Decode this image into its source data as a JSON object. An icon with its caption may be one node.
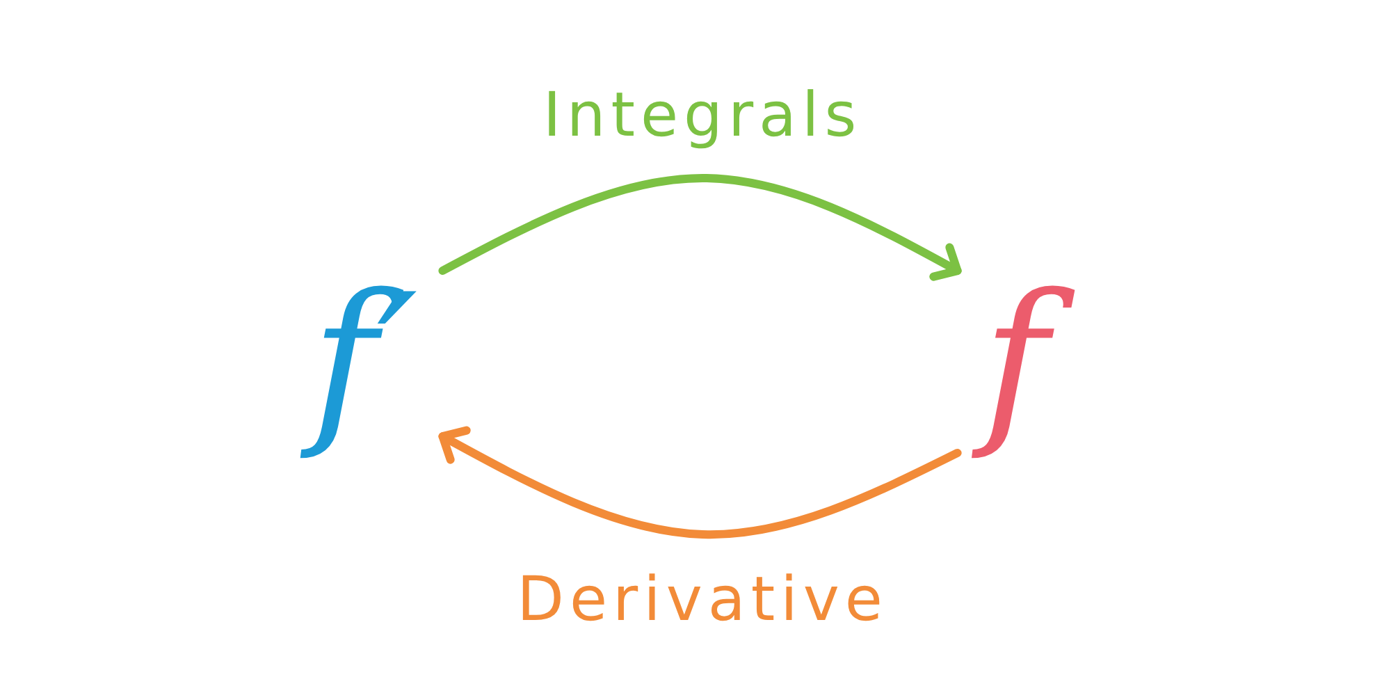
{
  "diagram": {
    "nodes": [
      {
        "text": [
          "f′"
        ]
      },
      {
        "text": [
          "f"
        ]
      }
    ],
    "edges": [
      {
        "from": 0,
        "to": 1,
        "arrow": "to",
        "label": "Integrals",
        "color": "#7cc143"
      },
      {
        "from": 1,
        "to": 0,
        "arrow": "to",
        "label": "Derivative",
        "color": "#f28b38"
      }
    ]
  }
}
